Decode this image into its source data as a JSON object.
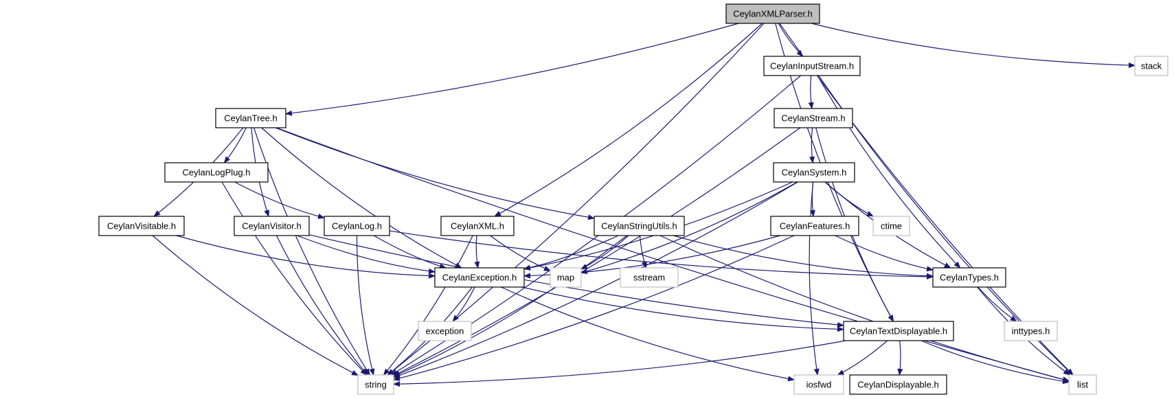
{
  "colors": {
    "edge": "#191970",
    "root_fill": "#bfbfbf",
    "node_border": "#000000",
    "system_border": "#bfbfbf"
  },
  "nodes": {
    "root": "CeylanXMLParser.h",
    "inputstream": "CeylanInputStream.h",
    "stack": "stack",
    "tree": "CeylanTree.h",
    "stream": "CeylanStream.h",
    "logplug": "CeylanLogPlug.h",
    "system": "CeylanSystem.h",
    "visitable": "CeylanVisitable.h",
    "visitor": "CeylanVisitor.h",
    "log": "CeylanLog.h",
    "xml": "CeylanXML.h",
    "stringutils": "CeylanStringUtils.h",
    "features": "CeylanFeatures.h",
    "ctime": "ctime",
    "exception_h": "CeylanException.h",
    "map": "map",
    "sstream": "sstream",
    "types": "CeylanTypes.h",
    "exception": "exception",
    "textdisplayable": "CeylanTextDisplayable.h",
    "inttypes": "inttypes.h",
    "string": "string",
    "iosfwd": "iosfwd",
    "displayable": "CeylanDisplayable.h",
    "list": "list"
  },
  "edges": [
    [
      "root",
      "inputstream"
    ],
    [
      "root",
      "stack"
    ],
    [
      "root",
      "tree"
    ],
    [
      "root",
      "xml"
    ],
    [
      "root",
      "textdisplayable"
    ],
    [
      "root",
      "list"
    ],
    [
      "root",
      "string"
    ],
    [
      "inputstream",
      "stream"
    ],
    [
      "inputstream",
      "types"
    ],
    [
      "inputstream",
      "list"
    ],
    [
      "inputstream",
      "string"
    ],
    [
      "tree",
      "logplug"
    ],
    [
      "tree",
      "visitable"
    ],
    [
      "tree",
      "visitor"
    ],
    [
      "tree",
      "stringutils"
    ],
    [
      "tree",
      "exception_h"
    ],
    [
      "tree",
      "list"
    ],
    [
      "tree",
      "string"
    ],
    [
      "stream",
      "system"
    ],
    [
      "stream",
      "textdisplayable"
    ],
    [
      "stream",
      "string"
    ],
    [
      "logplug",
      "log"
    ],
    [
      "logplug",
      "string"
    ],
    [
      "system",
      "features"
    ],
    [
      "system",
      "ctime"
    ],
    [
      "system",
      "types"
    ],
    [
      "system",
      "exception_h"
    ],
    [
      "system",
      "map"
    ],
    [
      "system",
      "iosfwd"
    ],
    [
      "system",
      "string"
    ],
    [
      "visitable",
      "exception_h"
    ],
    [
      "visitable",
      "string"
    ],
    [
      "visitor",
      "exception_h"
    ],
    [
      "visitor",
      "textdisplayable"
    ],
    [
      "visitor",
      "string"
    ],
    [
      "log",
      "exception_h"
    ],
    [
      "log",
      "types"
    ],
    [
      "log",
      "string"
    ],
    [
      "xml",
      "exception_h"
    ],
    [
      "xml",
      "map"
    ],
    [
      "xml",
      "string"
    ],
    [
      "stringutils",
      "exception_h"
    ],
    [
      "stringutils",
      "map"
    ],
    [
      "stringutils",
      "sstream"
    ],
    [
      "stringutils",
      "types"
    ],
    [
      "stringutils",
      "list"
    ],
    [
      "stringutils",
      "string"
    ],
    [
      "features",
      "exception_h"
    ],
    [
      "features",
      "types"
    ],
    [
      "features",
      "string"
    ],
    [
      "exception_h",
      "exception"
    ],
    [
      "exception_h",
      "textdisplayable"
    ],
    [
      "exception_h",
      "iosfwd"
    ],
    [
      "exception_h",
      "string"
    ],
    [
      "types",
      "inttypes"
    ],
    [
      "types",
      "list"
    ],
    [
      "textdisplayable",
      "displayable"
    ],
    [
      "textdisplayable",
      "iosfwd"
    ],
    [
      "textdisplayable",
      "list"
    ],
    [
      "textdisplayable",
      "string"
    ]
  ]
}
